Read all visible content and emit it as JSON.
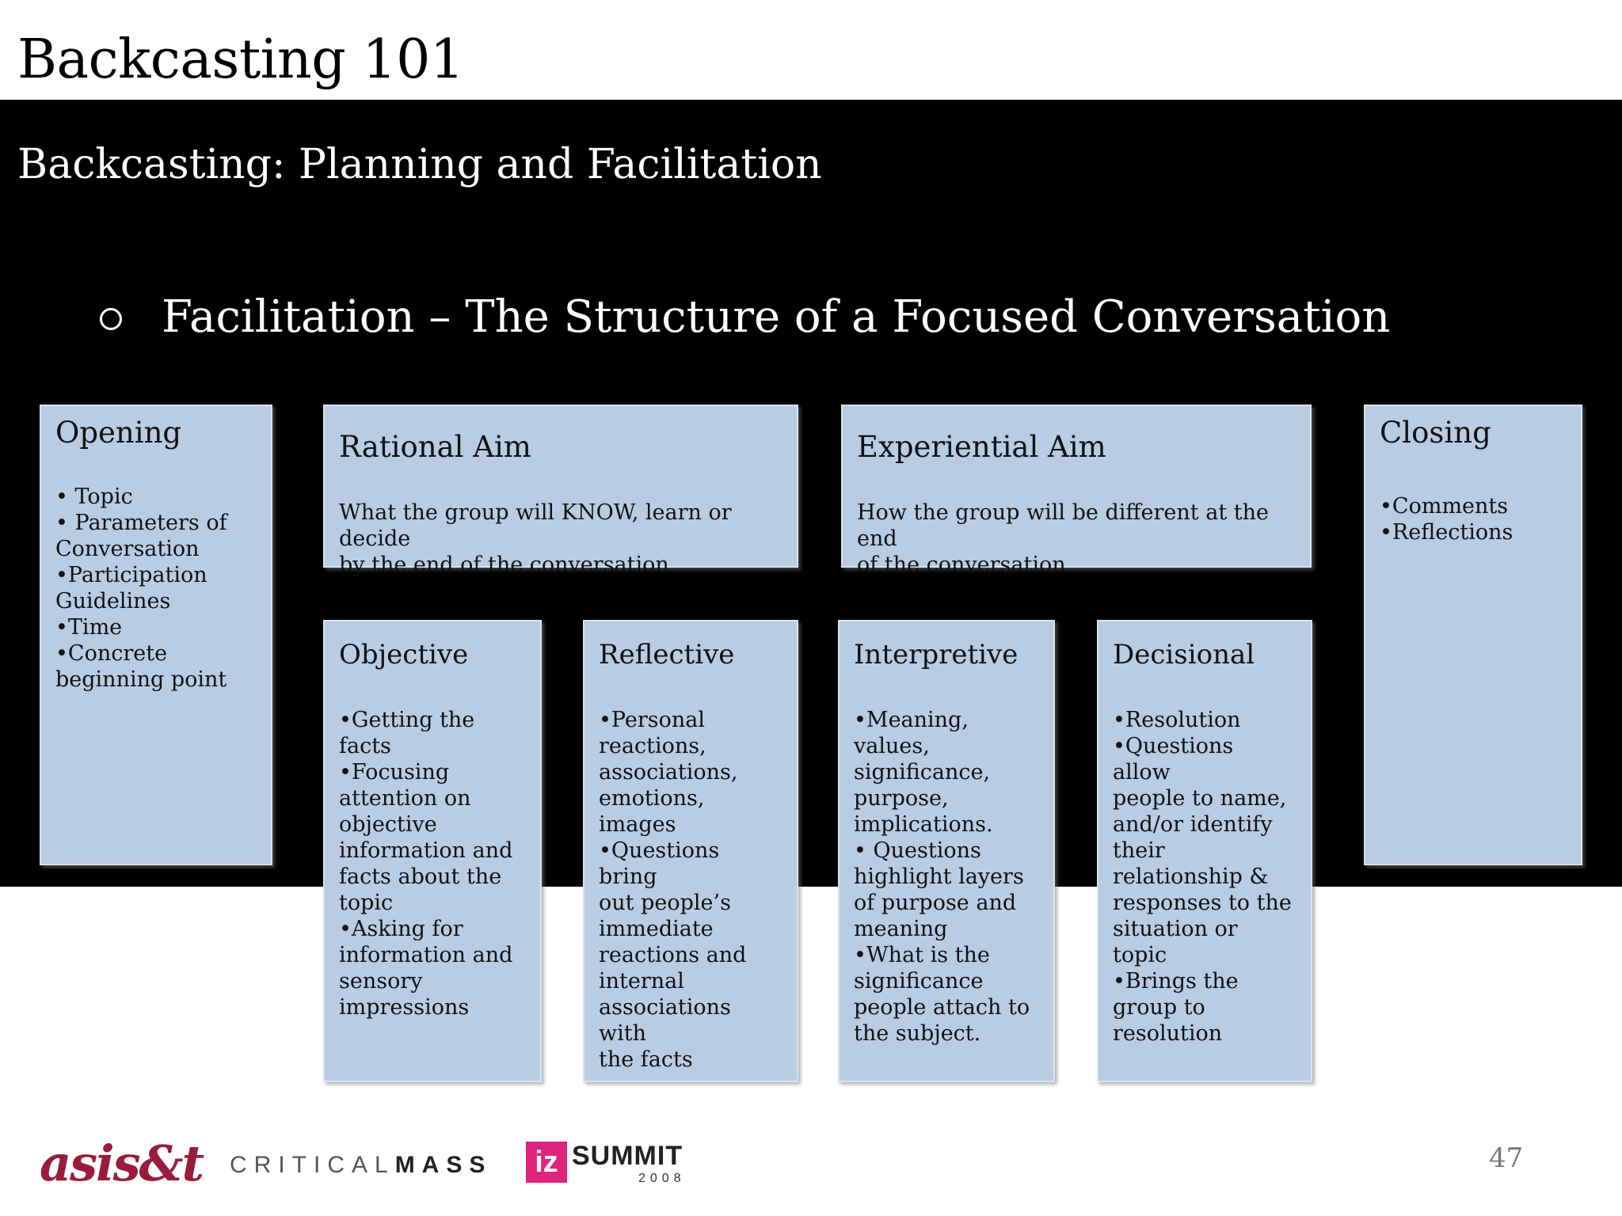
{
  "slide": {
    "title": "Backcasting 101",
    "subtitle": "Backcasting: Planning and Facilitation",
    "bullet": "Facilitation – The Structure of a Focused Conversation",
    "page_number": "47"
  },
  "boxes": {
    "opening": {
      "heading": "Opening",
      "lines": [
        "• Topic",
        "• Parameters of",
        "Conversation",
        "•Participation",
        "Guidelines",
        "•Time",
        "•Concrete",
        "beginning point"
      ]
    },
    "rational_aim": {
      "heading": "Rational Aim",
      "lines": [
        "What the group will KNOW, learn or decide",
        "by the end of the conversation"
      ]
    },
    "experiential_aim": {
      "heading": "Experiential Aim",
      "lines": [
        "How the group will be different at the end",
        "of the conversation"
      ]
    },
    "closing": {
      "heading": "Closing",
      "lines": [
        "•Comments",
        "•Reflections"
      ]
    },
    "objective": {
      "heading": "Objective",
      "lines": [
        "•Getting the facts",
        "•Focusing",
        "attention on",
        "objective",
        "information and",
        "facts about the",
        "topic",
        "•Asking for",
        "information and",
        "sensory",
        "impressions"
      ]
    },
    "reflective": {
      "heading": "Reflective",
      "lines": [
        "•Personal",
        "reactions,",
        "associations,",
        "emotions, images",
        "•Questions bring",
        "out people’s",
        "immediate",
        "reactions and",
        "internal",
        "associations with",
        "the facts"
      ]
    },
    "interpretive": {
      "heading": "Interpretive",
      "lines": [
        "•Meaning,",
        "values,",
        "significance,",
        "purpose,",
        "implications.",
        "• Questions",
        "highlight layers",
        "of purpose and",
        "meaning",
        "•What is the",
        "significance",
        "people attach to",
        "the subject."
      ]
    },
    "decisional": {
      "heading": "Decisional",
      "lines": [
        "•Resolution",
        "•Questions allow",
        "people to name,",
        "and/or identify",
        "their",
        "relationship &",
        "responses to the",
        "situation or topic",
        "•Brings the",
        "group to",
        "resolution"
      ]
    }
  },
  "footer": {
    "logo_asist": "asis&t",
    "logo_criticalmass_light": "CRITICAL",
    "logo_criticalmass_bold": "MASS",
    "logo_iz": "iz",
    "logo_summit": "SUMMIT",
    "logo_summit_year": "2008"
  },
  "colors": {
    "box_fill": "#b8cce4",
    "band": "#000000",
    "asist_brand": "#9a1c3b",
    "iz_brand": "#e0247e"
  }
}
